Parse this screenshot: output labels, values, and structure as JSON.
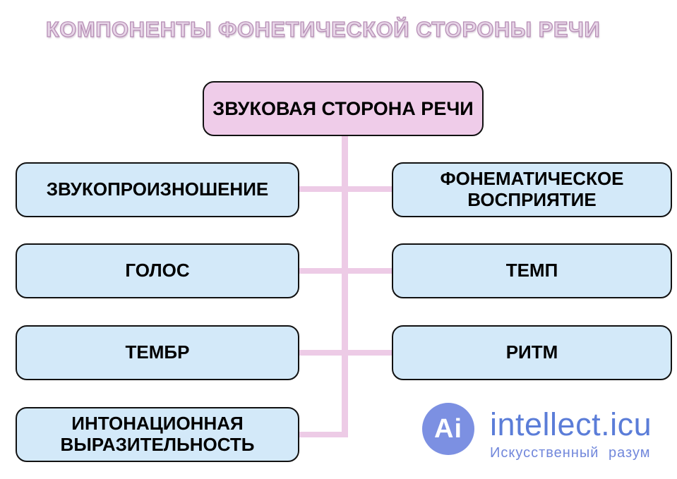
{
  "title": "КОМПОНЕНТЫ ФОНЕТИЧЕСКОЙ СТОРОНЫ РЕЧИ",
  "diagram": {
    "root": {
      "label": "ЗВУКОВАЯ СТОРОНА РЕЧИ"
    },
    "left": [
      {
        "label": "ЗВУКОПРОИЗНОШЕНИЕ"
      },
      {
        "label": "ГОЛОС"
      },
      {
        "label": "ТЕМБР"
      },
      {
        "label": "ИНТОНАЦИОННАЯ ВЫРАЗИТЕЛЬНОСТЬ"
      }
    ],
    "right": [
      {
        "label": "ФОНЕМАТИЧЕСКОЕ ВОСПРИЯТИЕ"
      },
      {
        "label": "ТЕМП"
      },
      {
        "label": "РИТМ"
      }
    ]
  },
  "branding": {
    "monogram": "Ai",
    "site": "intellect.icu",
    "tagline": "Искусственный разум"
  },
  "colors": {
    "root_fill": "#efcce9",
    "child_fill": "#d3e9f9",
    "connector": "#edcbe6",
    "title_fill": "#e7d5e7",
    "title_stroke": "#b78fb6",
    "brand_blue": "#5b7dd8",
    "brand_circle": "#7c90e2",
    "box_border": "#111111"
  }
}
